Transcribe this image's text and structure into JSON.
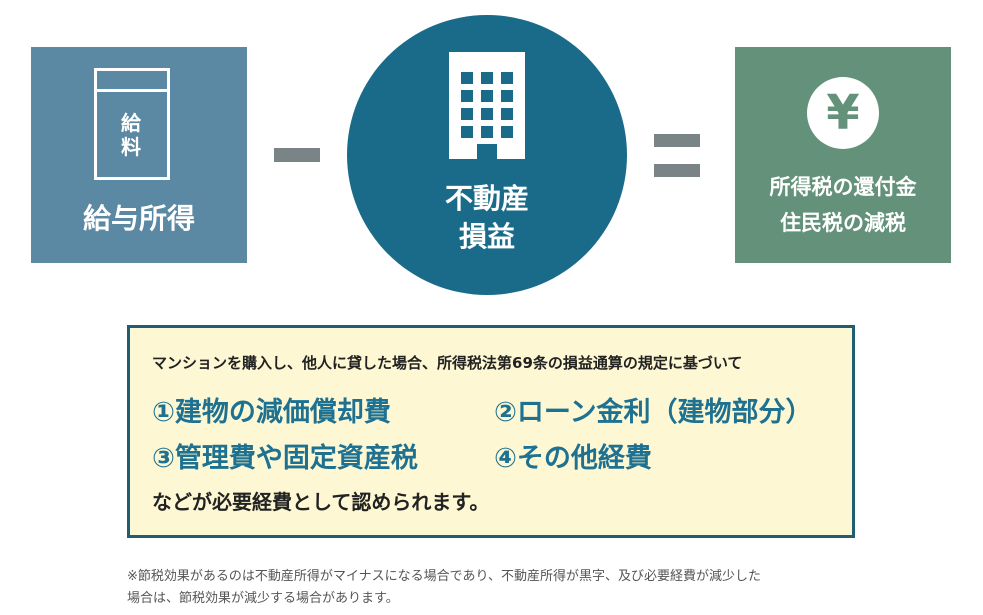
{
  "left": {
    "label": "給与所得",
    "envelope_text": "給料",
    "icon": "salary-envelope-icon",
    "color": "#5b88a3"
  },
  "operator_minus": "minus-sign",
  "center": {
    "label_line1": "不動産",
    "label_line2": "損益",
    "icon": "building-icon",
    "color": "#1a6b8a"
  },
  "operator_equals": "equals-sign",
  "right": {
    "label_line1": "所得税の還付金",
    "label_line2": "住民税の減税",
    "icon": "yen-coin-icon",
    "color": "#63917a"
  },
  "box": {
    "intro": "マンションを購入し、他人に貸した場合、所得税法第69条の損益通算の規定に基づいて",
    "items": [
      "①建物の減価償却費",
      "②ローン金利（建物部分）",
      "③管理費や固定資産税",
      "④その他経費"
    ],
    "outro": "などが必要経費として認められます。"
  },
  "note_line1": "※節税効果があるのは不動産所得がマイナスになる場合であり、不動産所得が黒字、及び必要経費が減少した",
  "note_line2": "場合は、節税効果が減少する場合があります。"
}
